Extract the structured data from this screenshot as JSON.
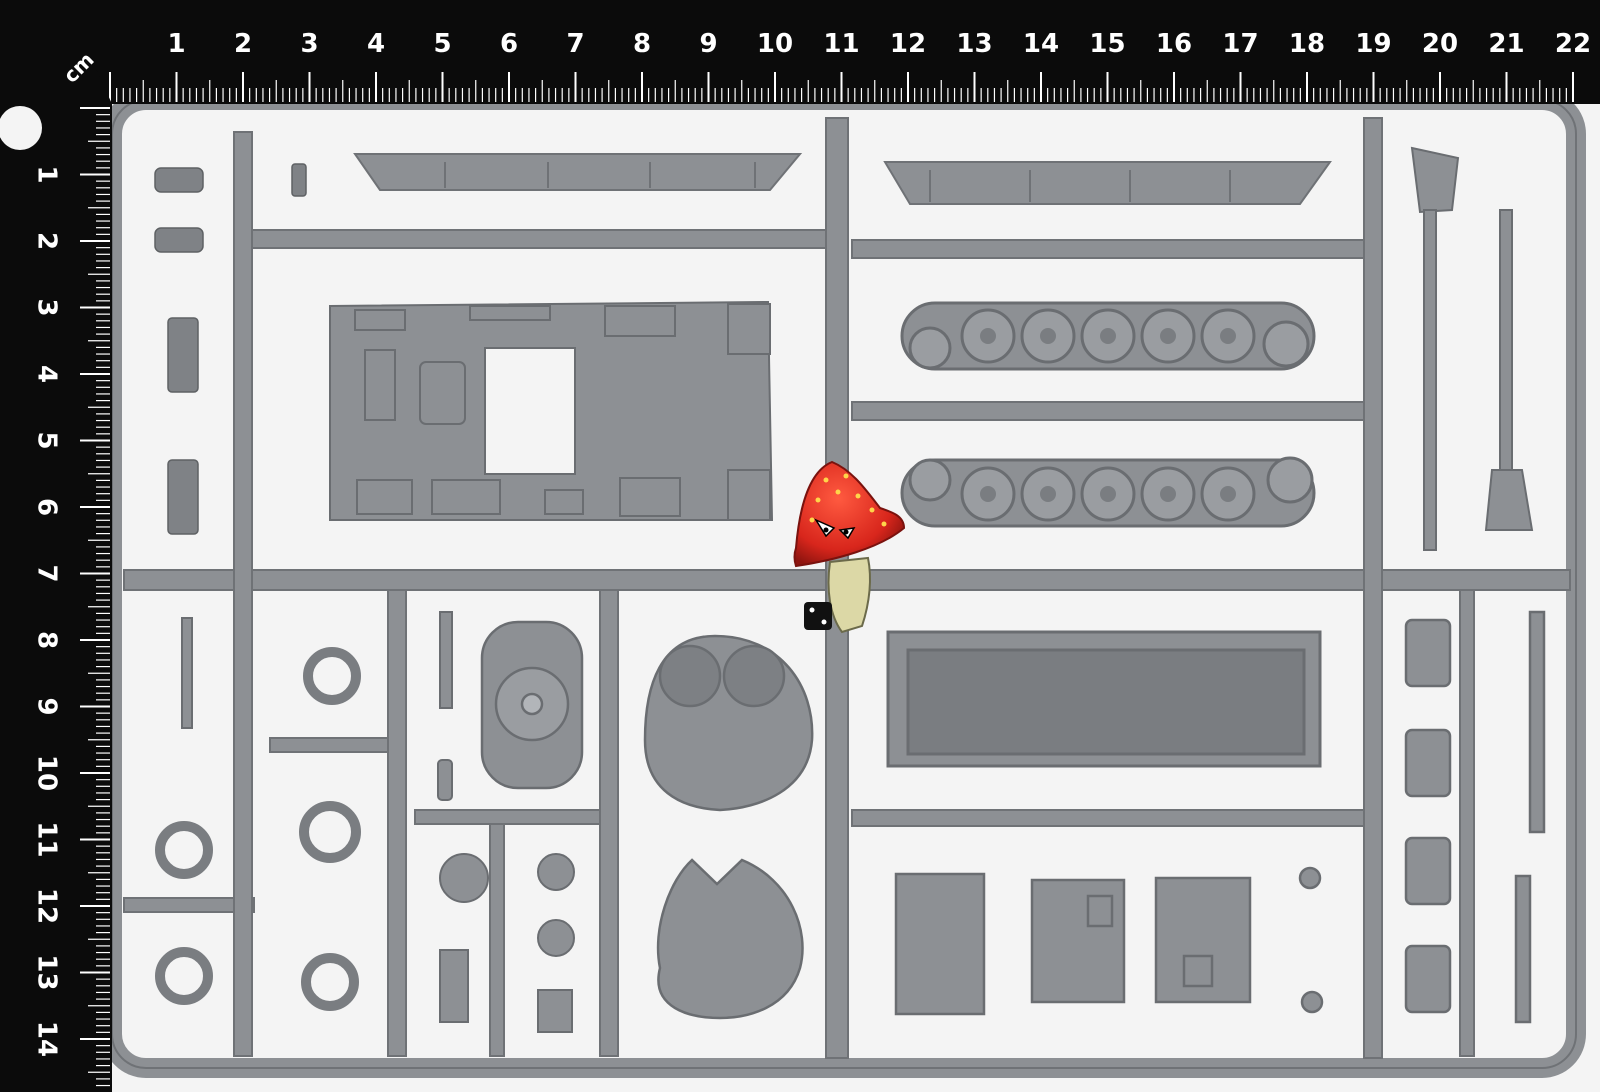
{
  "photo": {
    "subject": "grey plastic model kit sprue on a white surface with black centimetre rulers along the top and left edges, and a red cartoon mushroom mascot holding a die"
  },
  "ruler_top": {
    "unit": "cm",
    "numbers": [
      "1",
      "2",
      "3",
      "4",
      "5",
      "6",
      "7",
      "8",
      "9",
      "10",
      "11",
      "12",
      "13",
      "14",
      "15",
      "16",
      "17",
      "18",
      "19",
      "20",
      "21",
      "22"
    ]
  },
  "ruler_left": {
    "numbers": [
      "1",
      "2",
      "3",
      "4",
      "5",
      "6",
      "7",
      "8",
      "9",
      "10",
      "11",
      "12",
      "13",
      "14"
    ]
  },
  "colors": {
    "background": "#f4f4f4",
    "ruler": "#0b0b0b",
    "ruler_marks": "#ffffff",
    "sprue": "#8d9094",
    "sprue_dark": "#6f7276",
    "sprue_light": "#a6a9ad",
    "mushroom_cap": "#d8261c",
    "mushroom_stem": "#dcd8a6"
  }
}
